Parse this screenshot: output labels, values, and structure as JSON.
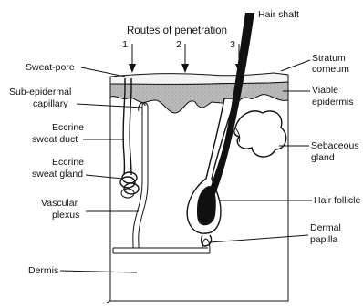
{
  "title": "Routes of penetration",
  "route_numbers": [
    "1",
    "2",
    "3"
  ],
  "labels_left": {
    "sweat_pore": "Sweat-pore",
    "subepidermal_1": "Sub-epidermal",
    "subepidermal_2": "capillary",
    "eccrine_duct_1": "Eccrine",
    "eccrine_duct_2": "sweat duct",
    "eccrine_gland_1": "Eccrine",
    "eccrine_gland_2": "sweat gland",
    "vascular_1": "Vascular",
    "vascular_2": "plexus",
    "dermis": "Dermis"
  },
  "labels_right": {
    "hair_shaft": "Hair shaft",
    "stratum_1": "Stratum",
    "stratum_2": "corneum",
    "viable_1": "Viable",
    "viable_2": "epidermis",
    "sebaceous_1": "Sebaceous",
    "sebaceous_2": "gland",
    "hair_follicle": "Hair follicle",
    "dermal_1": "Dermal",
    "dermal_2": "papilla"
  }
}
